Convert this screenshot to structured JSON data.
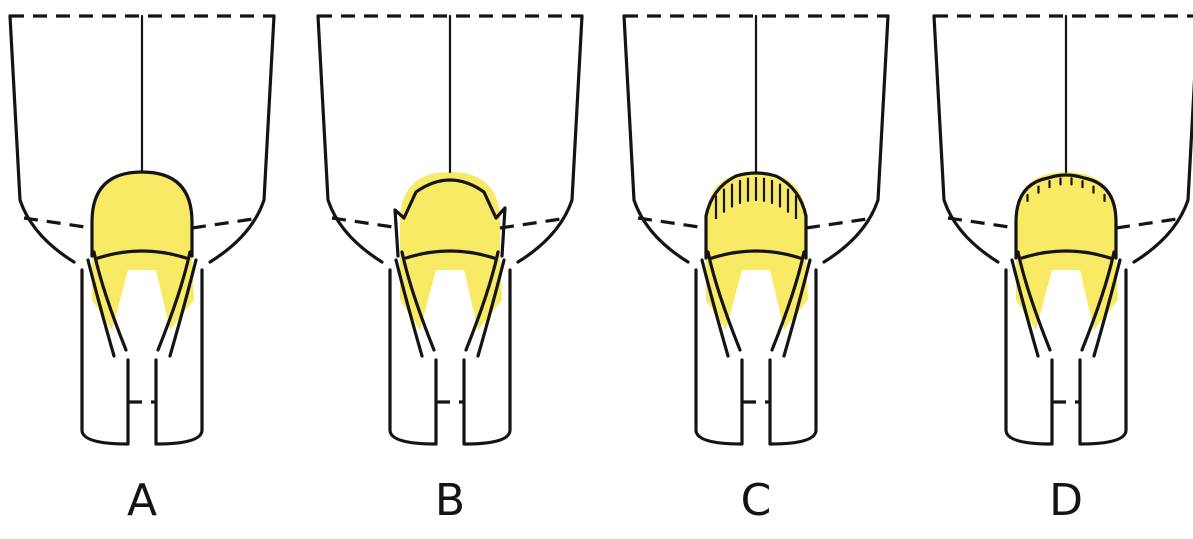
{
  "colors": {
    "line": "#141414",
    "weld_fill": "#f7e64a",
    "background": "#ffffff"
  },
  "panels": [
    {
      "label": "A",
      "shape": "round"
    },
    {
      "label": "B",
      "shape": "notched"
    },
    {
      "label": "C",
      "shape": "spiked"
    },
    {
      "label": "D",
      "shape": "round-serrated"
    }
  ]
}
